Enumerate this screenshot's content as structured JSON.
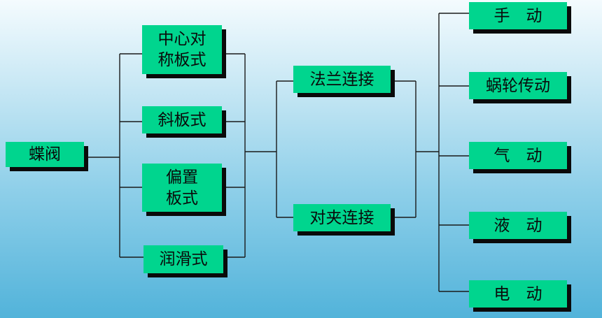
{
  "colors": {
    "node_fill": "#00d58e",
    "node_shadow": "#0a0a0a",
    "connector": "#1a1a1a",
    "background_top": "#f4fbfe",
    "background_bottom": "#52b3da"
  },
  "diagram": {
    "root": {
      "label": "蝶阀"
    },
    "structure_types": [
      {
        "label": "中心对\n称板式"
      },
      {
        "label": "斜板式"
      },
      {
        "label": "偏置\n板式"
      },
      {
        "label": "润滑式"
      }
    ],
    "connection_types": [
      {
        "label": "法兰连接"
      },
      {
        "label": "对夹连接"
      }
    ],
    "drive_types": [
      {
        "label": "手　动"
      },
      {
        "label": "蜗轮传动"
      },
      {
        "label": "气　动"
      },
      {
        "label": "液　动"
      },
      {
        "label": "电　动"
      }
    ]
  }
}
